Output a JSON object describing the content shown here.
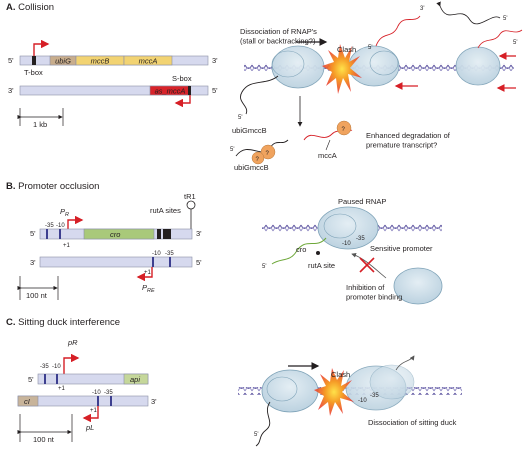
{
  "panels": {
    "a": {
      "letter": "A.",
      "title": "Collision",
      "strand_top": {
        "five": "5'",
        "three": "3'"
      },
      "strand_bottom": {
        "three": "3'",
        "five": "5'"
      },
      "genes": [
        "ubiG",
        "mccB",
        "mccA"
      ],
      "antisense": "as_mccA",
      "t_box": "T-box",
      "s_box": "S-box",
      "scale": "1 kb",
      "dissociation": "Dissociation of RNAP's\n(stall or backtracking?)",
      "clash": "Clash",
      "transcript1": "ubiGmccB",
      "transcript2": "ubiGmccB",
      "transcript3": "mccA",
      "degradation": "Enhanced degradation of\npremature transcript?",
      "question": "?",
      "rna_end_3": "3'",
      "rna_end_5": "5'"
    },
    "b": {
      "letter": "B.",
      "title": "Promoter occlusion",
      "pr": "P",
      "pr_sub": "R",
      "pre": "P",
      "pre_sub": "RE",
      "minus35": "-35",
      "minus10": "-10",
      "plus1": "+1",
      "gene": "cro",
      "ruta_sites": "rutA sites",
      "tr1": "tR1",
      "scale": "100 nt",
      "paused": "Paused RNAP",
      "sensitive": "Sensitive promoter",
      "ruta_site": "rutA site",
      "cro": "cro",
      "inhibition": "Inhibition of\npromoter binding",
      "five": "5'",
      "three": "3'"
    },
    "c": {
      "letter": "C.",
      "title": "Sitting duck interference",
      "pr": "pR",
      "pl": "pL",
      "api": "api",
      "ci": "cI",
      "minus35": "-35",
      "minus10": "-10",
      "plus1": "+1",
      "scale": "100 nt",
      "clash": "Clash",
      "dissociation": "Dissociation of sitting duck",
      "five": "5'",
      "three": "3'"
    }
  },
  "colors": {
    "strand": "#d6d9ee",
    "strand_edge": "#9a9fbf",
    "ubiG": "#c8ad8c",
    "mcc": "#f2d372",
    "as_mccA": "#d8232a",
    "cro": "#a9c97a",
    "api": "#c5d79a",
    "ci": "#c8b49a",
    "promoter_box": "#3d3f8f",
    "arrow_red": "#d61f26",
    "rnap": "#c9dbe6",
    "rnap_edge": "#7fa3b8",
    "helix_a": "#6a62a8",
    "helix_b": "#9b96c8",
    "clash_red": "#e8312a",
    "clash_orange": "#f59a26",
    "clash_yellow": "#ffe24a",
    "transcript_green": "#6ea83a",
    "qmark": "#f0a35e"
  }
}
